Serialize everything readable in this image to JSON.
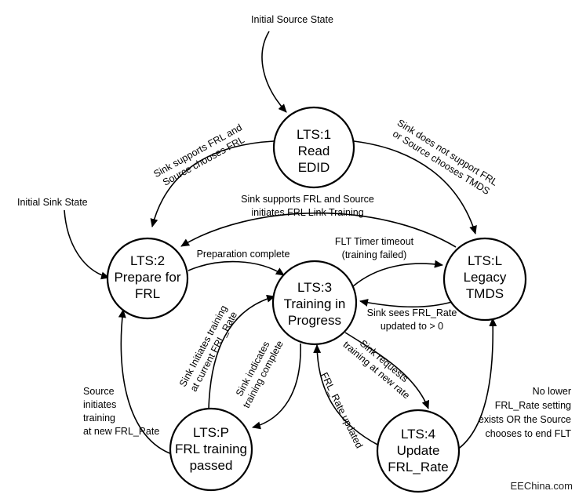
{
  "states": {
    "lts1": [
      "LTS:1",
      "Read",
      "EDID"
    ],
    "lts2": [
      "LTS:2",
      "Prepare for",
      "FRL"
    ],
    "lts3": [
      "LTS:3",
      "Training in",
      "Progress"
    ],
    "ltsl": [
      "LTS:L",
      "Legacy",
      "TMDS"
    ],
    "ltsp": [
      "LTS:P",
      "FRL training",
      "passed"
    ],
    "lts4": [
      "LTS:4",
      "Update",
      "FRL_Rate"
    ]
  },
  "labels": {
    "initial_source": "Initial Source State",
    "initial_sink": "Initial Sink State",
    "sink_supports_frl": [
      "Sink supports FRL and",
      "Source chooses FRL"
    ],
    "sink_not_support": [
      "Sink does not support FRL",
      "or Source chooses TMDS"
    ],
    "sink_supports_initiates": [
      "Sink supports FRL and Source",
      "initiates FRL Link Training"
    ],
    "prep_complete": "Preparation complete",
    "flt_timeout": [
      "FLT Timer timeout",
      "(training failed)"
    ],
    "sink_sees_rate": [
      "Sink sees FRL_Rate",
      "updated to > 0"
    ],
    "sink_initiates": [
      "Sink Initiates training",
      "at current FRL_Rate"
    ],
    "sink_indicates": [
      "Sink indicates",
      "training complete"
    ],
    "sink_requests": [
      "Sink requests",
      "training at new rate"
    ],
    "frl_rate_updated": "FRL_Rate updated",
    "source_initiates": [
      "Source",
      "initiates",
      "training",
      "at new FRL_Rate"
    ],
    "no_lower": [
      "No lower",
      "FRL_Rate setting",
      "exists OR the Source",
      "chooses to end FLT"
    ]
  },
  "watermark": "EEChina.com"
}
